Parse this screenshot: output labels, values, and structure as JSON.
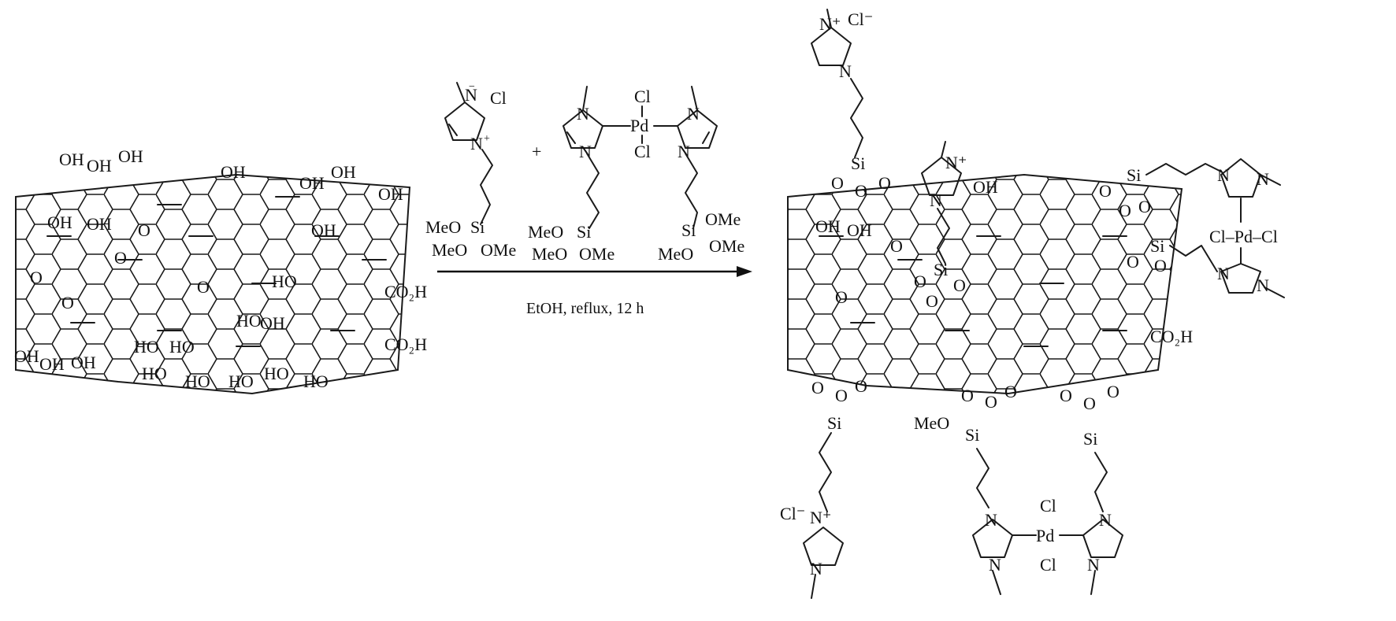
{
  "reagents": {
    "imidazolium_salt": {
      "counter_ion": "Cl",
      "charge": "−",
      "ring_charge": "+",
      "N_top": "N",
      "N_bottom": "N",
      "Si": "Si",
      "MeO_a": "MeO",
      "MeO_b": "MeO",
      "OMe": "OMe"
    },
    "plus": "+",
    "pd_complex": {
      "metal": "Pd",
      "Cl_top": "Cl",
      "Cl_bottom": "Cl",
      "N1": "N",
      "N2": "N",
      "N3": "N",
      "N4": "N",
      "Si_left": "Si",
      "Si_right": "Si",
      "MeO_l1": "MeO",
      "MeO_l2": "MeO",
      "OMe_l": "OMe",
      "OMe_r1": "OMe",
      "MeO_r": "MeO",
      "OMe_r2": "OMe"
    }
  },
  "conditions": "EtOH, reflux, 12 h",
  "graphene_oxide": {
    "OH": "OH",
    "HO": "HO",
    "O": "O",
    "CO2H": "CO₂H"
  },
  "product": {
    "Cl_minus": "Cl⁻",
    "N_plus": "N⁺",
    "N": "N",
    "Si": "Si",
    "O": "O",
    "OH": "OH",
    "Pd": "Pd",
    "Cl": "Cl",
    "Cl_Pd_Cl": "Cl–Pd–Cl",
    "MeO": "MeO",
    "CO2H": "CO₂H"
  }
}
